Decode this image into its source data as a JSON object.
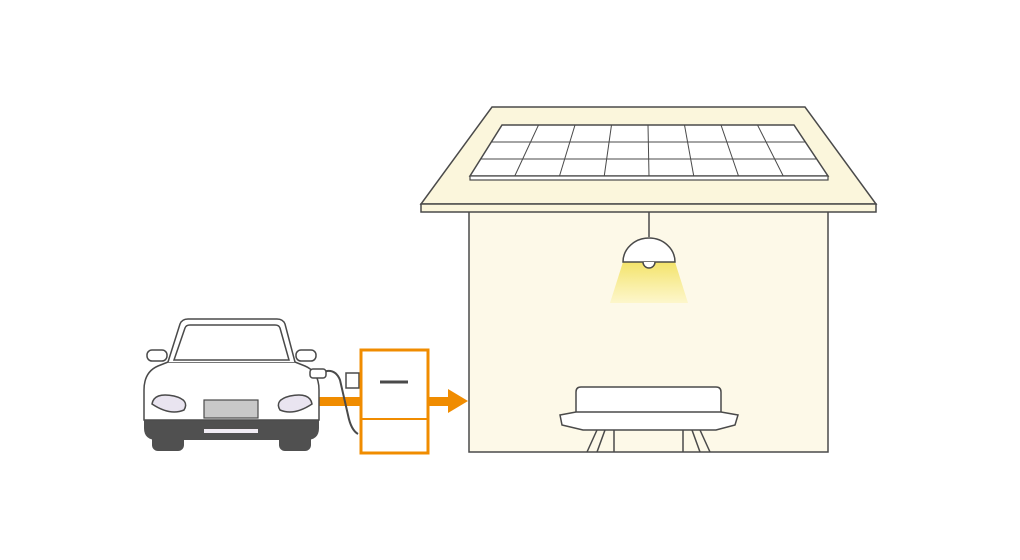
{
  "colors": {
    "outline": "#4a4a4a",
    "house_fill": "#fdf9e8",
    "roof_fill": "#fbf6dc",
    "panel_fill": "#ffffff",
    "accent_orange": "#f08c00",
    "light_glow": "#f6e77a",
    "tire": "#505050",
    "plate": "#c8c8c8",
    "lamp_fill": "#ffffff"
  },
  "diagram": {
    "nodes": [
      {
        "id": "electric-car",
        "icon": "car-icon"
      },
      {
        "id": "ev-charger",
        "icon": "charger-icon"
      },
      {
        "id": "house",
        "icon": "house-icon"
      },
      {
        "id": "solar-panel",
        "icon": "solar-panel-icon"
      },
      {
        "id": "ceiling-lamp",
        "icon": "lamp-icon"
      },
      {
        "id": "sofa",
        "icon": "sofa-icon"
      }
    ],
    "flows": [
      {
        "from": "electric-car",
        "to": "ev-charger"
      },
      {
        "from": "ev-charger",
        "to": "house"
      }
    ]
  }
}
